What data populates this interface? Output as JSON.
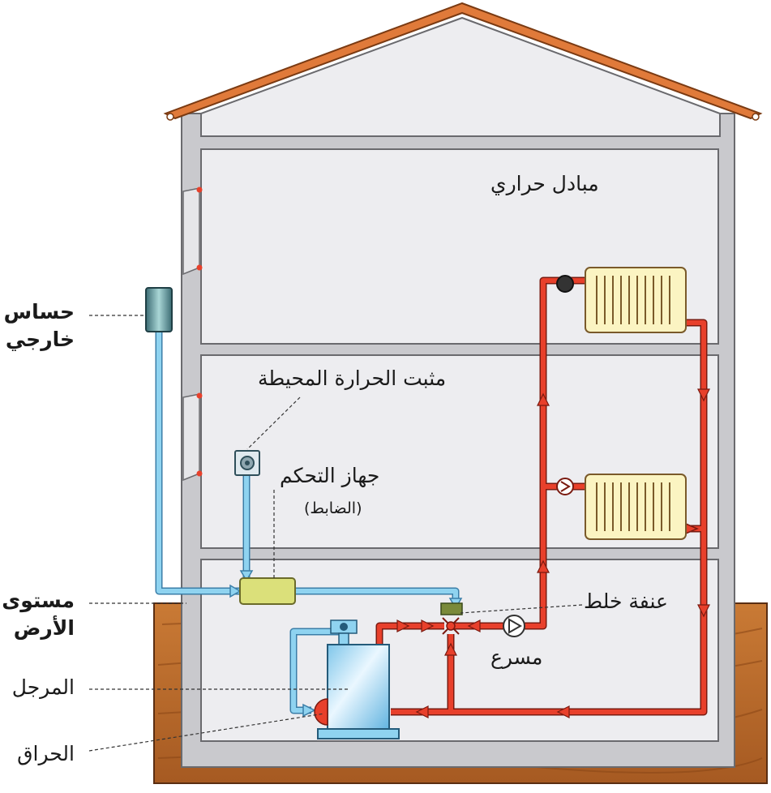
{
  "labels": {
    "heat_exchanger": "مبادل حراري",
    "room_thermostat": "مثبت الحرارة المحيطة",
    "controller": "جهاز التحكم",
    "controller_sub": "(الضابط)",
    "mixing_valve": "عنفة خلط",
    "pump": "مسرع",
    "outdoor_sensor_l1": "حساس",
    "outdoor_sensor_l2": "خارجي",
    "ground_level_l1": "مستوى",
    "ground_level_l2": "الأرض",
    "boiler": "المرجل",
    "burner": "الحراق"
  },
  "colors": {
    "hot_pipe": "#e8402b",
    "control_line": "#8fd3f0",
    "ground": "#b86b2b",
    "roof": "#e07a3a",
    "wall": "#c9c9cd",
    "radiator": "#fbf4c2"
  }
}
